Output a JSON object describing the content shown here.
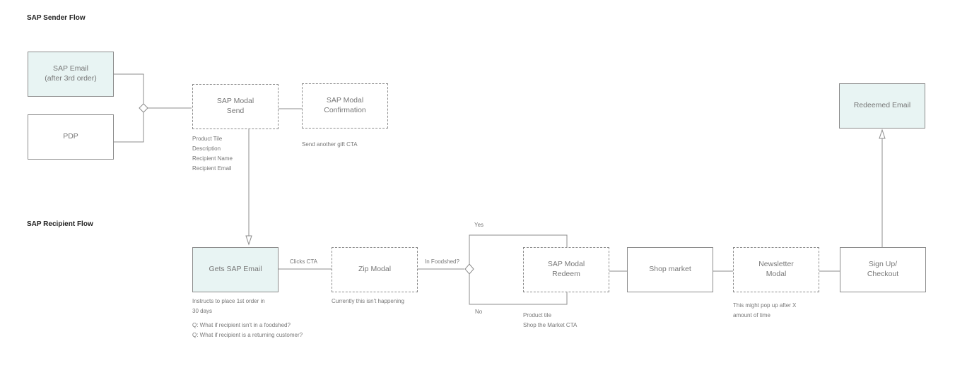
{
  "sender": {
    "title": "SAP Sender Flow",
    "sap_email": "SAP Email\n(after 3rd order)",
    "pdp": "PDP",
    "modal_send": "SAP Modal\nSend",
    "modal_send_notes": [
      "Product Tile",
      "Description",
      "Recipient Name",
      "Recipient Email"
    ],
    "modal_confirmation": "SAP Modal\nConfirmation",
    "confirmation_note": "Send another gift CTA"
  },
  "recipient": {
    "title": "SAP Recipient Flow",
    "gets_email": "Gets SAP Email",
    "gets_email_notes": [
      "Instructs to place 1st order in",
      "30 days"
    ],
    "questions": [
      "Q: What if recipient isn't in a foodshed?",
      "Q: What if recipient is a returning customer?"
    ],
    "clicks_cta": "Clicks CTA",
    "zip_modal": "Zip Modal",
    "zip_note": "Currently this isn't happening",
    "in_foodshed": "In Foodshed?",
    "yes": "Yes",
    "no": "No",
    "modal_redeem": "SAP Modal\nRedeem",
    "redeem_notes": [
      "Product tile",
      "Shop the Market CTA"
    ],
    "shop_market": "Shop market",
    "newsletter": "Newsletter\nModal",
    "newsletter_notes": [
      "This might pop up after X",
      "amount of time"
    ],
    "signup": "Sign Up/\nCheckout",
    "redeemed_email": "Redeemed Email"
  },
  "colors": {
    "box_fill": "#e8f4f3",
    "line": "#8c8c8c",
    "text": "#777777"
  }
}
